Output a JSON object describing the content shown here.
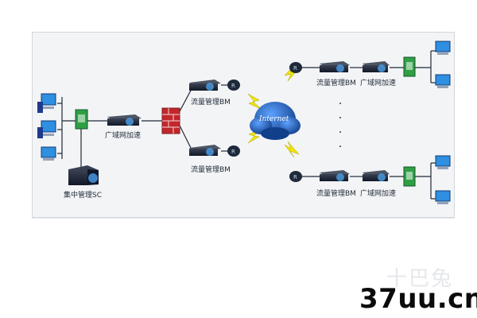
{
  "labels": {
    "central_manager": "集中管理SC",
    "wan_accel_left": "广域网加速",
    "flow_manager_top": "流量管理BM",
    "flow_manager_bottom": "流量管理BM",
    "internet": "Internet",
    "flow_manager_right_top": "流量管理BM",
    "wan_accel_right_top": "广域网加速",
    "flow_manager_right_bottom": "流量管理BM",
    "wan_accel_right_bottom": "广域网加速"
  },
  "watermark": {
    "site": "37uu.cn",
    "faint": "十巴兔"
  },
  "colors": {
    "line": "#1f2937",
    "device": "#1e293b",
    "firewall": "#c1272d",
    "cloud": "#1e5fbf",
    "lightning": "#f2e600",
    "switch": "#2ea043",
    "pc_screen": "#2f8fe0"
  }
}
